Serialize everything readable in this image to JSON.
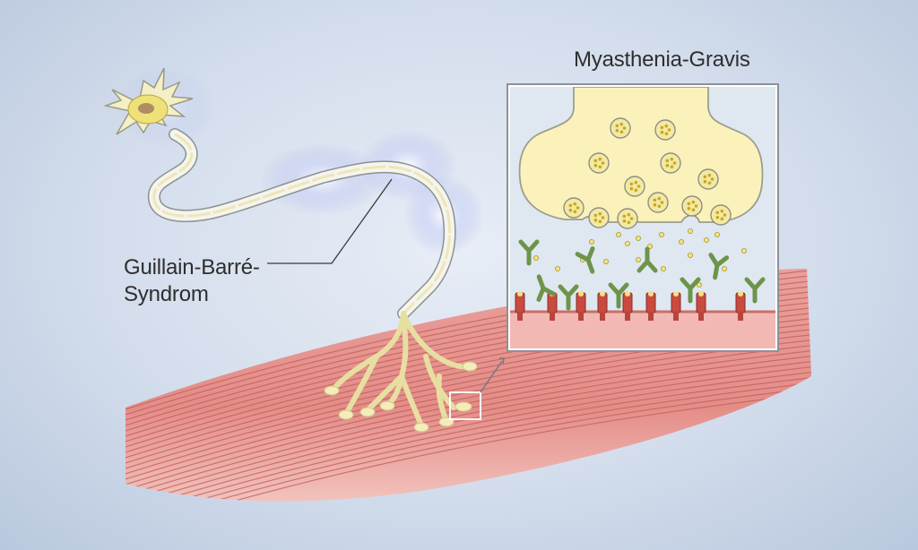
{
  "labels": {
    "myasthenia_gravis": "Myasthenia-Gravis",
    "guillain_barre_line1": "Guillain-Barré-",
    "guillain_barre_line2": "Syndrom"
  },
  "colors": {
    "muscle": "#e38f8a",
    "muscle_fiber_lines": "#c25d5b",
    "nerve_terminal": "#f7efb4",
    "vesicle": "#f3e9a6",
    "antibody": "#7ca352",
    "receptor": "#c94a3f",
    "background": "#d3ddec"
  }
}
